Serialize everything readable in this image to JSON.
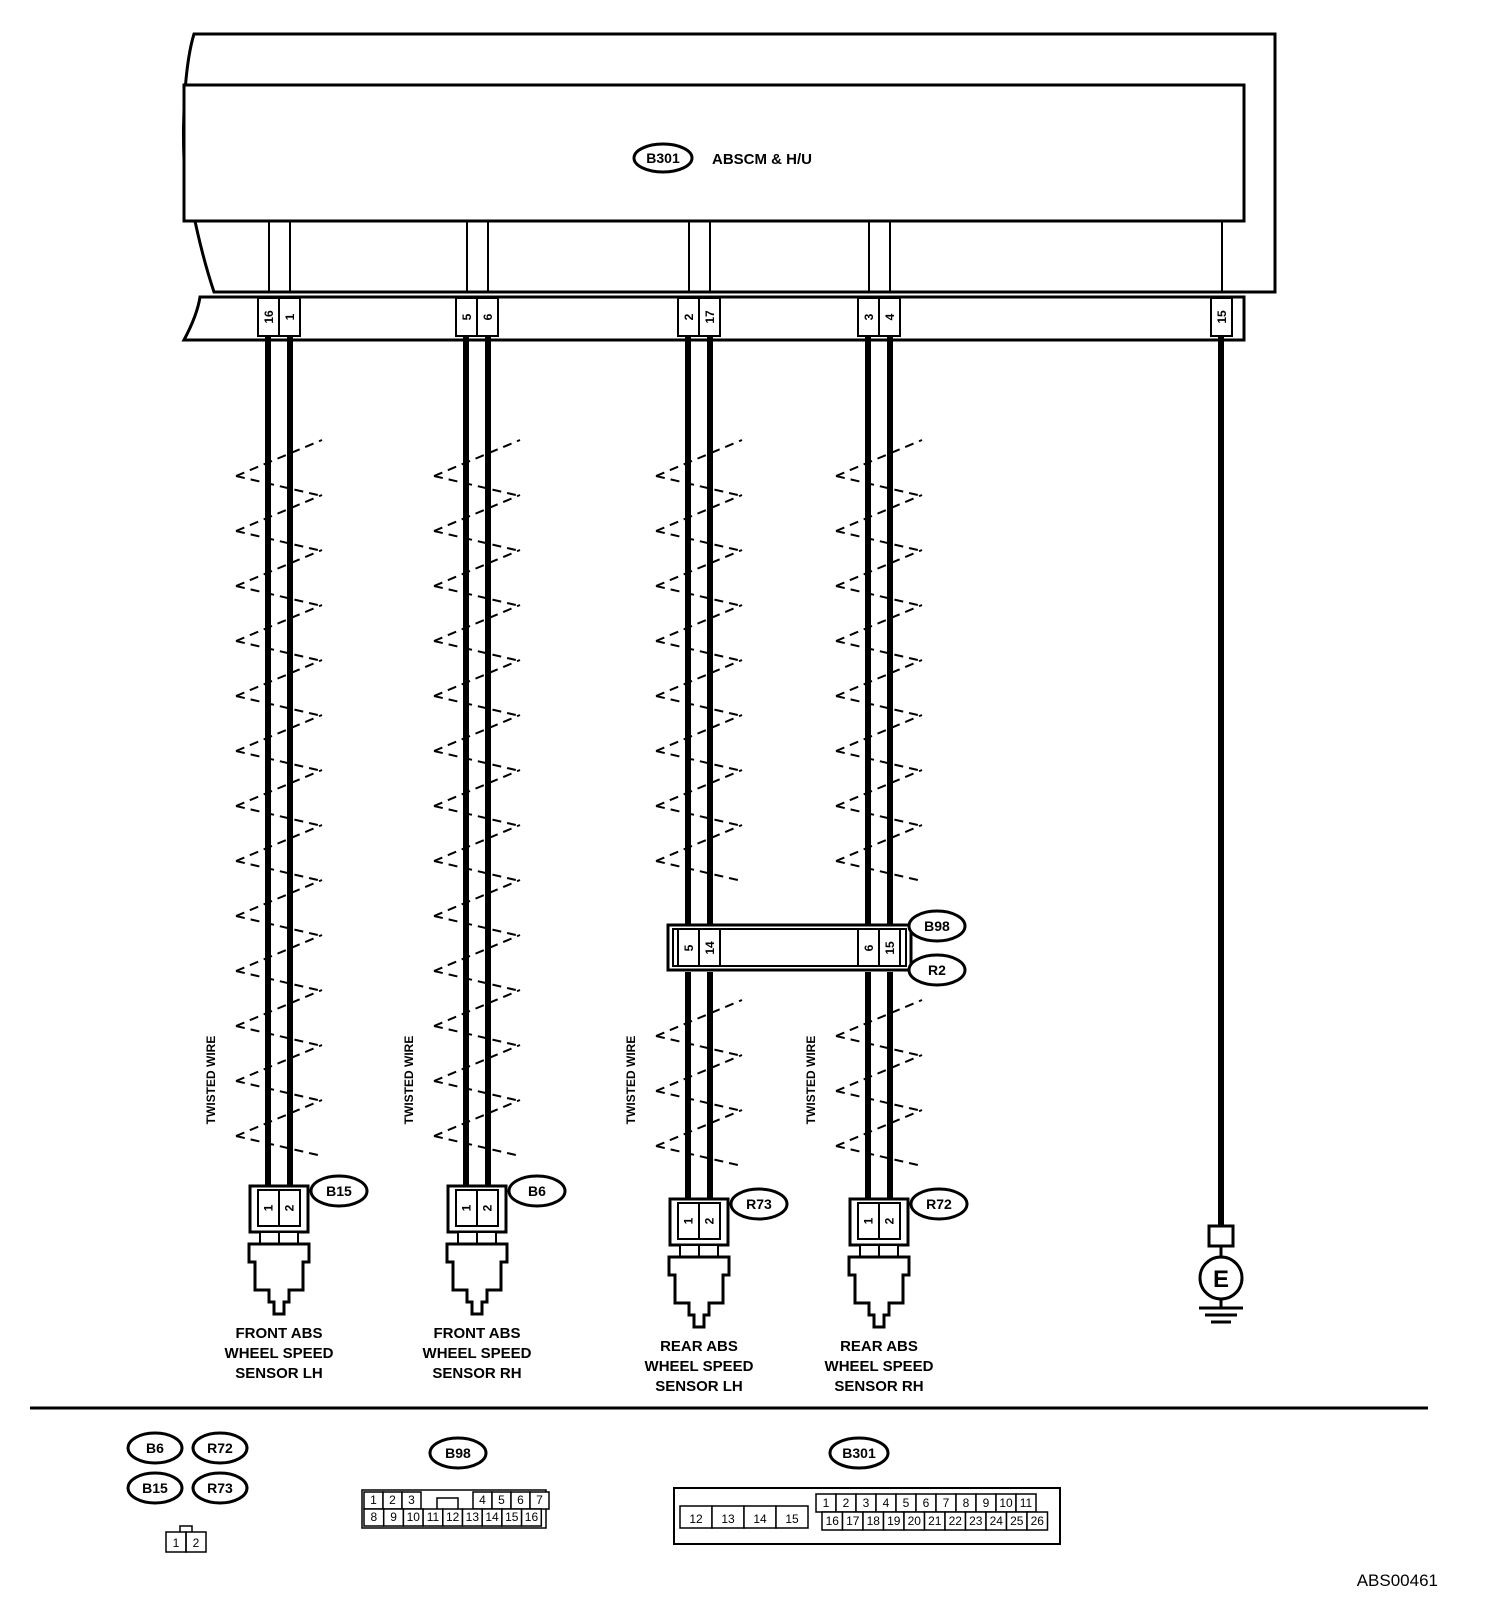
{
  "module": {
    "tag": "B301",
    "name": "ABSCM & H/U"
  },
  "module_pins": [
    "16",
    "1",
    "5",
    "6",
    "2",
    "17",
    "3",
    "4",
    "15"
  ],
  "twisted_wire_label": "TWISTED WIRE",
  "joint": {
    "tag_top": "B98",
    "tag_bottom": "R2",
    "pins": [
      "5",
      "14",
      "6",
      "15"
    ]
  },
  "sensors": [
    {
      "tag": "B15",
      "pins": [
        "1",
        "2"
      ],
      "name_lines": [
        "FRONT ABS",
        "WHEEL SPEED",
        "SENSOR LH"
      ]
    },
    {
      "tag": "B6",
      "pins": [
        "1",
        "2"
      ],
      "name_lines": [
        "FRONT ABS",
        "WHEEL SPEED",
        "SENSOR RH"
      ]
    },
    {
      "tag": "R73",
      "pins": [
        "1",
        "2"
      ],
      "name_lines": [
        "REAR ABS",
        "WHEEL SPEED",
        "SENSOR LH"
      ]
    },
    {
      "tag": "R72",
      "pins": [
        "1",
        "2"
      ],
      "name_lines": [
        "REAR ABS",
        "WHEEL SPEED",
        "SENSOR RH"
      ]
    }
  ],
  "ground": {
    "label": "E"
  },
  "legend": {
    "small_connector": {
      "tags": [
        "B6",
        "R72",
        "B15",
        "R73"
      ],
      "pins": [
        "1",
        "2"
      ]
    },
    "b98_connector": {
      "tag": "B98",
      "row1": [
        "1",
        "2",
        "3",
        "4",
        "5",
        "6",
        "7"
      ],
      "row2": [
        "8",
        "9",
        "10",
        "11",
        "12",
        "13",
        "14",
        "15",
        "16"
      ]
    },
    "b301_connector": {
      "tag": "B301",
      "big": [
        "12",
        "13",
        "14",
        "15"
      ],
      "row1": [
        "1",
        "2",
        "3",
        "4",
        "5",
        "6",
        "7",
        "8",
        "9",
        "10",
        "11"
      ],
      "row2": [
        "16",
        "17",
        "18",
        "19",
        "20",
        "21",
        "22",
        "23",
        "24",
        "25",
        "26"
      ]
    }
  },
  "diagram_code": "ABS00461"
}
